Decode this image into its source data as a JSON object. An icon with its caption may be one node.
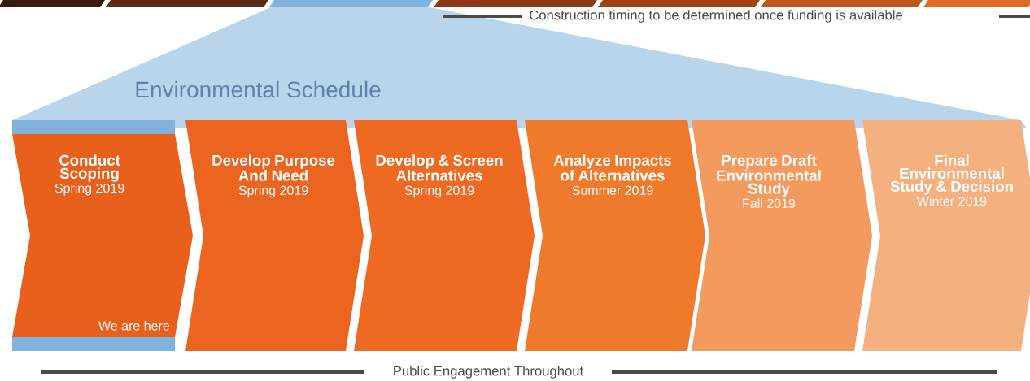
{
  "diagram": {
    "nodes": [
      {
        "text": [
          "Conduct Scoping",
          "Spring 2019",
          "We are here"
        ]
      },
      {
        "text": [
          "Develop Purpose And Need",
          "Spring 2019"
        ]
      },
      {
        "text": [
          "Develop & Screen Alternatives",
          "Spring 2019"
        ]
      },
      {
        "text": [
          "Analyze Impacts of Alternatives",
          "Summer 2019"
        ]
      },
      {
        "text": [
          "Prepare Draft Environmental Study",
          "Fall 2019"
        ]
      },
      {
        "text": [
          "Final Environmental Study & Decision",
          "Winter 2019"
        ]
      }
    ],
    "labels": [
      "Construction timing to be determined once funding is available",
      "Environmental Schedule",
      "Public Engagement Throughout"
    ]
  }
}
